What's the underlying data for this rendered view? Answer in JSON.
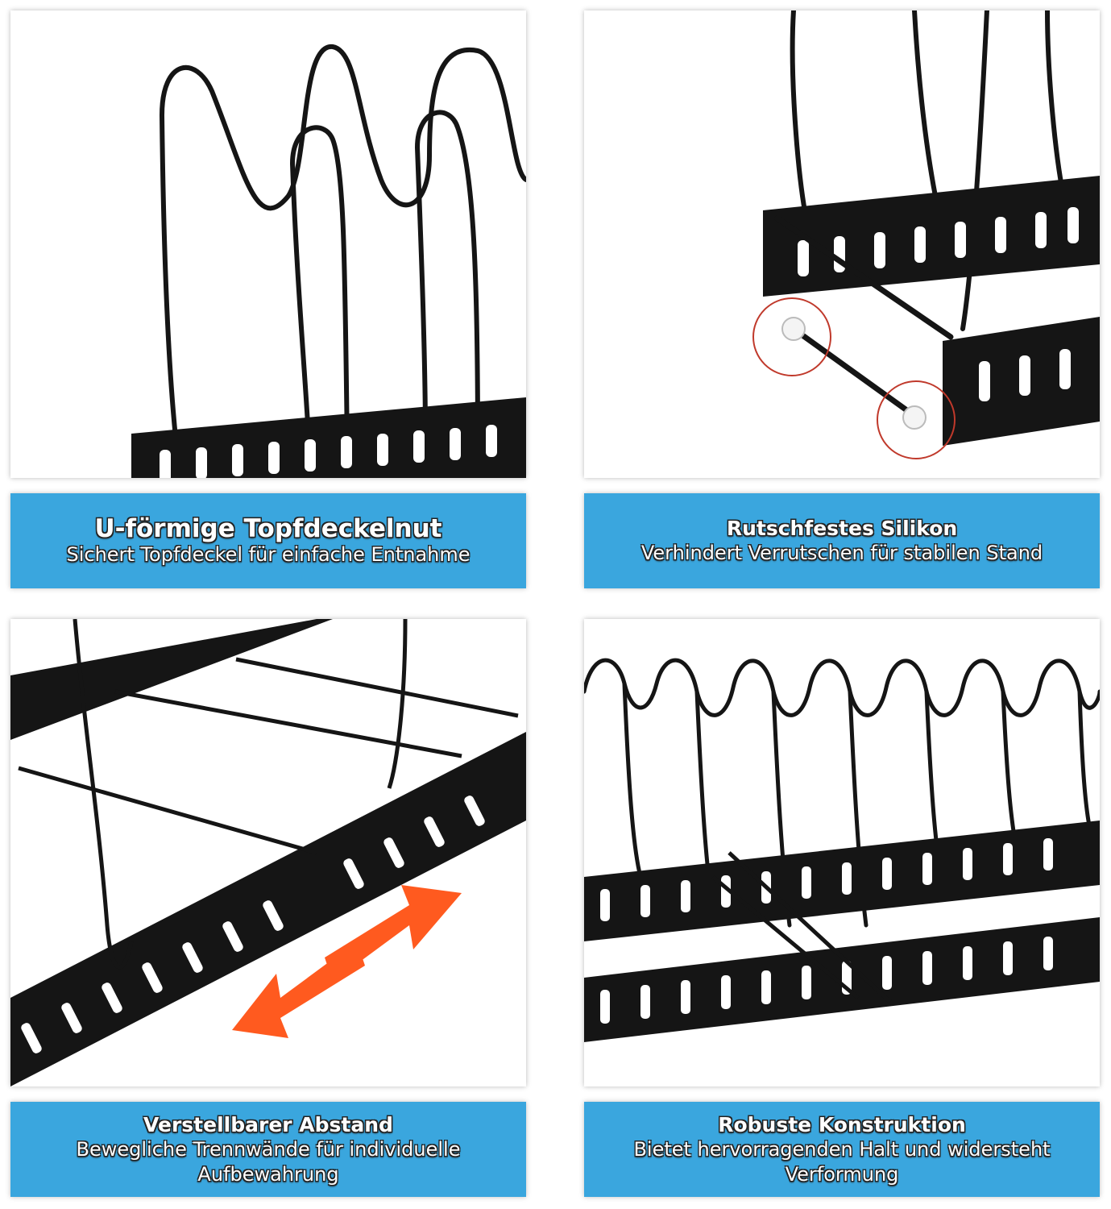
{
  "panels": [
    {
      "image_icon": "pot-lid-rack-u-groove-closeup",
      "title": "U-förmige Topfdeckelnut",
      "subtitle": "Sichert Topfdeckel für einfache Entnahme"
    },
    {
      "image_icon": "anti-slip-silicone-feet-closeup",
      "title": "Rutschfestes Silikon",
      "subtitle": "Verhindert Verrutschen für stabilen Stand"
    },
    {
      "image_icon": "adjustable-divider-rack-with-arrow",
      "title": "Verstellbarer Abstand",
      "subtitle": "Bewegliche Trennwände für individuelle Aufbewahrung"
    },
    {
      "image_icon": "sturdy-rack-frame-closeup",
      "title": "Robuste Konstruktion",
      "subtitle": "Bietet hervorragenden Halt und widersteht Verformung"
    }
  ],
  "colors": {
    "caption_bg": "#3aa6de",
    "caption_text": "#ffffff",
    "rack_metal": "#151515",
    "highlight_circle": "#c0392b",
    "arrow": "#ff5a1f"
  }
}
